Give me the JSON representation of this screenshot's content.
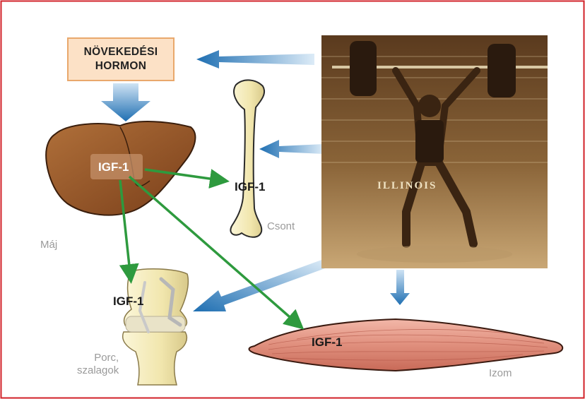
{
  "hormone_box": {
    "line1": "NÖVEKEDÉSI",
    "line2": "HORMON"
  },
  "labels": {
    "igf_liver": "IGF-1",
    "igf_bone": "IGF-1",
    "igf_cartilage": "IGF-1",
    "igf_muscle": "IGF-1",
    "liver": "Máj",
    "bone": "Csont",
    "cartilage_line1": "Porc,",
    "cartilage_line2": "szalagok",
    "muscle": "Izom"
  },
  "photo": {
    "banner_text": "ILLINOIS"
  },
  "colors": {
    "frame_border": "#d2232a",
    "blue_arrow": "#1f6fb2",
    "green_arrow": "#2e9a3e",
    "liver": "#9b5a2a",
    "bone": "#f6efc4",
    "muscle": "#e59a8a",
    "hormone_box_fill": "#fce1c6",
    "hormone_box_border": "#e9a86c"
  }
}
